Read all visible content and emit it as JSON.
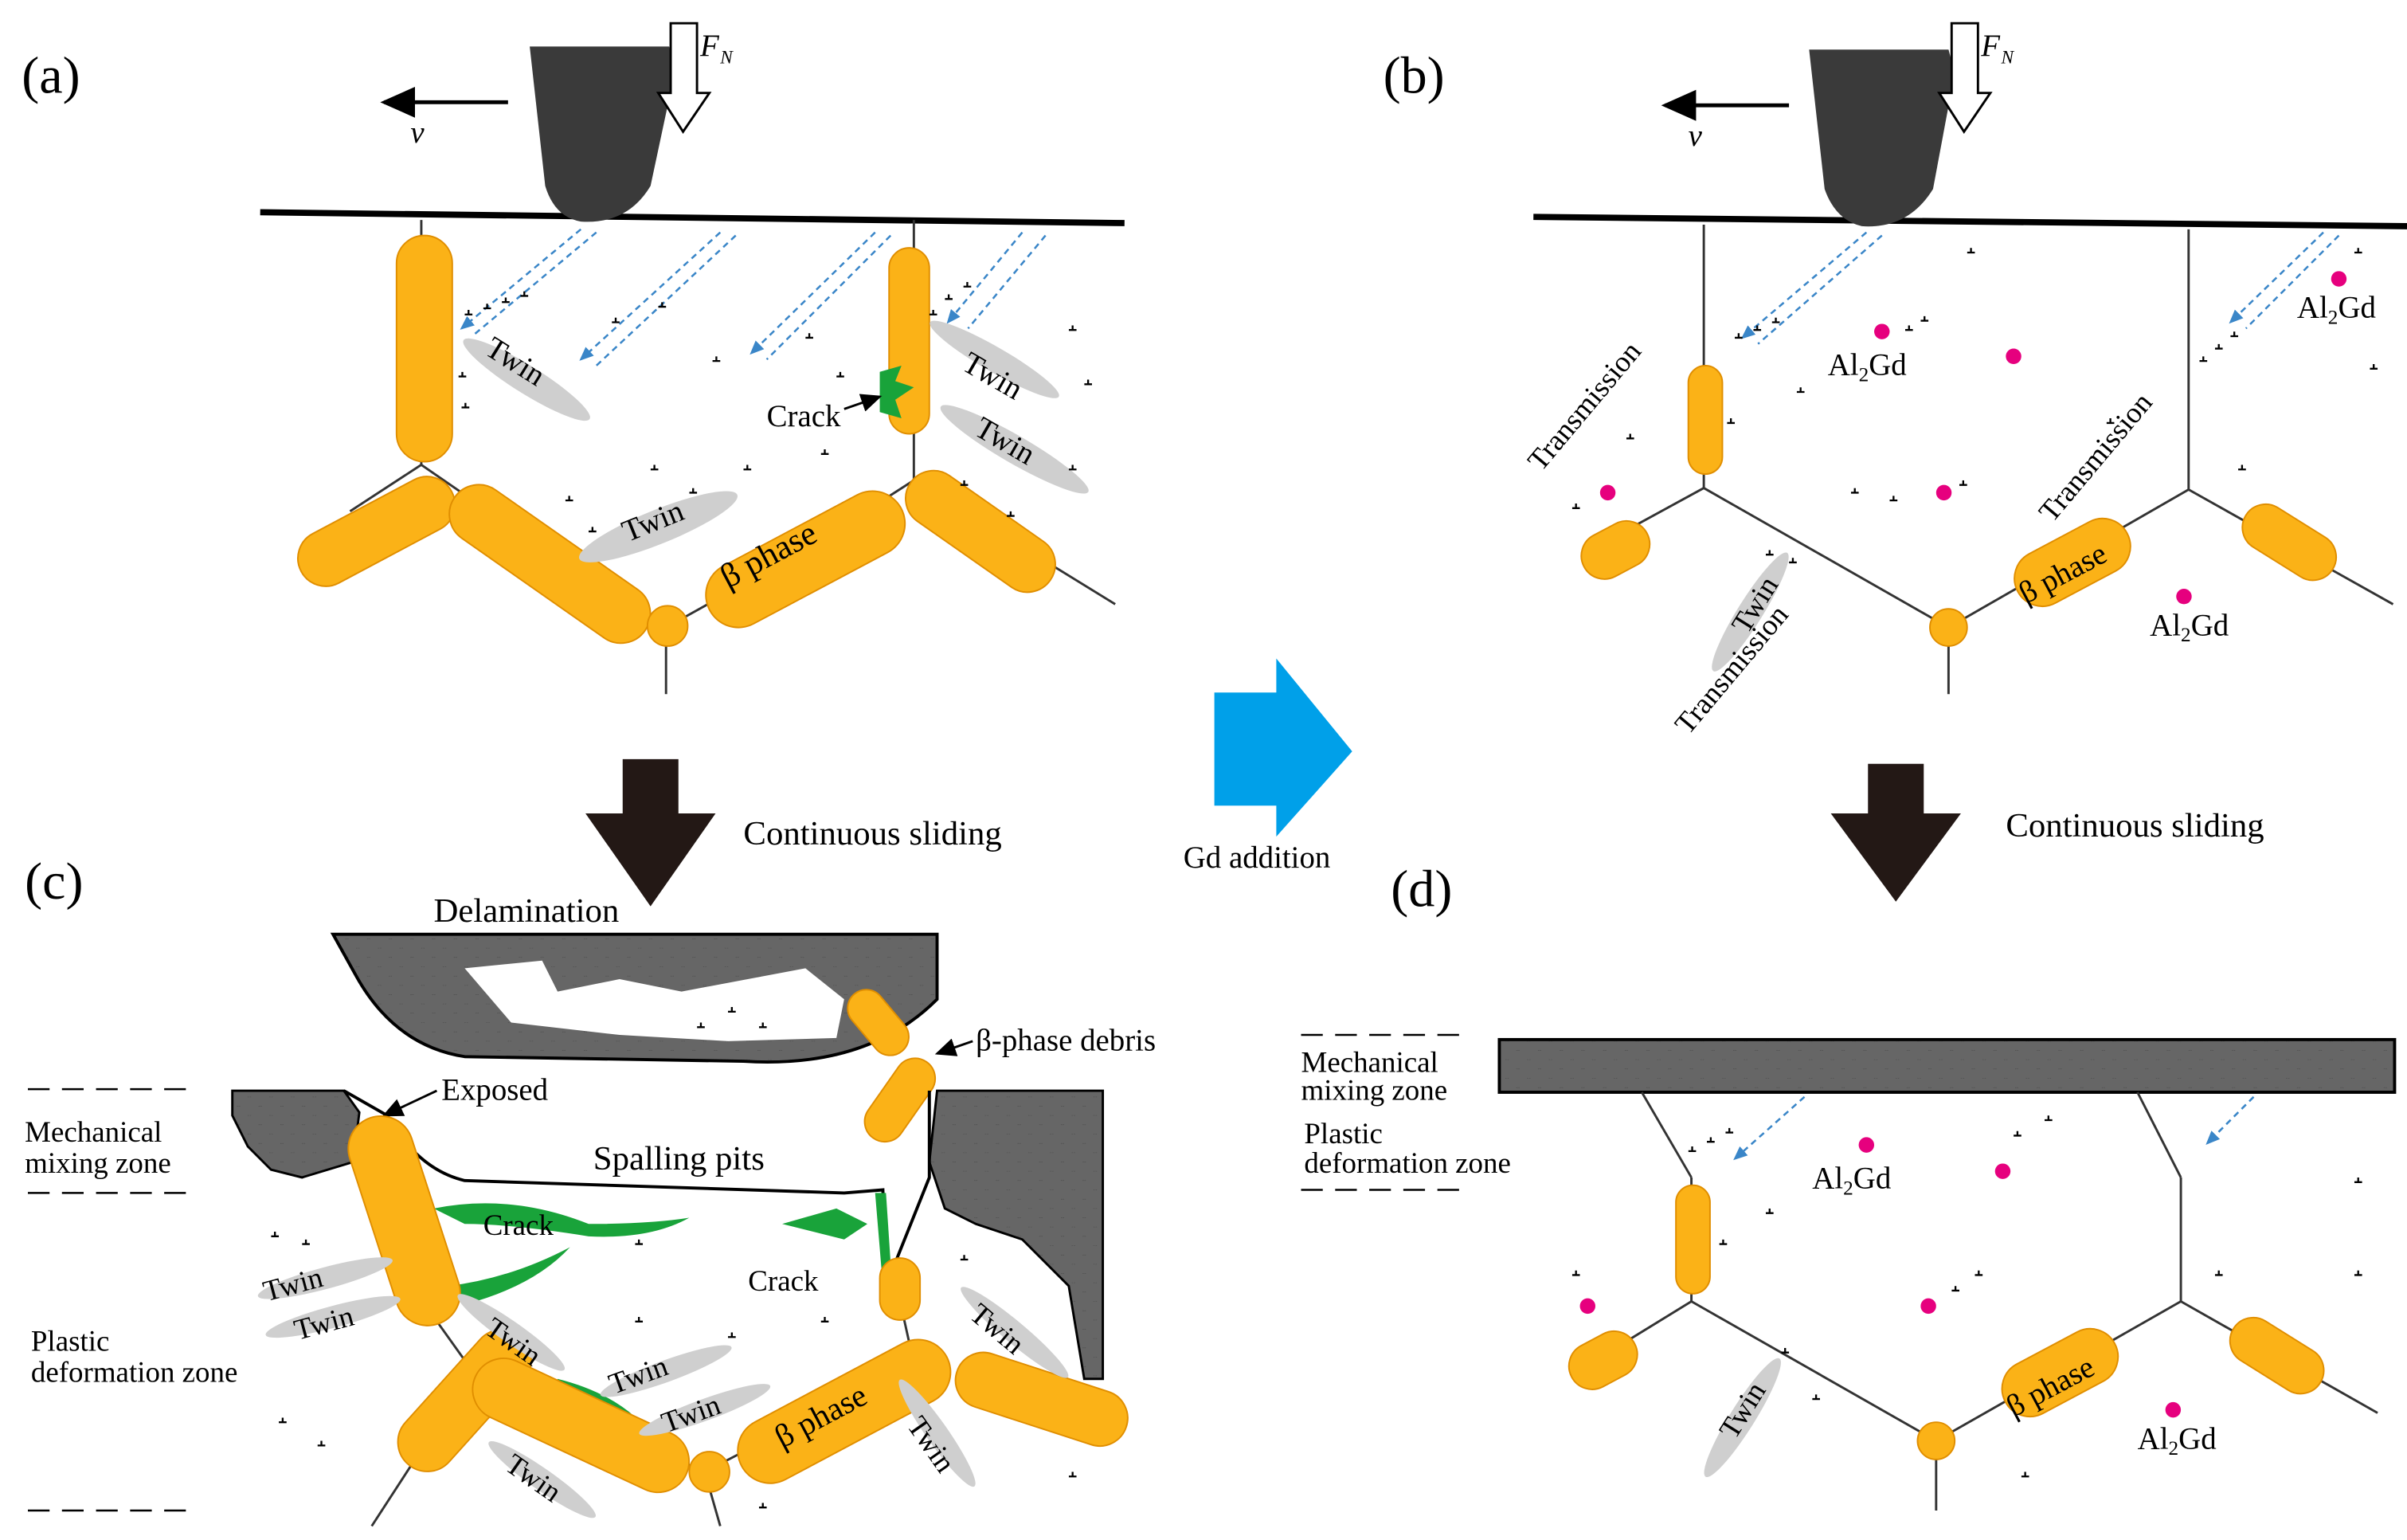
{
  "panels": {
    "a": {
      "label": "(a)",
      "force": "F",
      "force_sub": "N",
      "velocity": "v",
      "twin_labels": [
        "Twin",
        "Twin",
        "Twin",
        "Twin"
      ],
      "crack": "Crack",
      "phase": "β phase"
    },
    "b": {
      "label": "(b)",
      "force": "F",
      "force_sub": "N",
      "velocity": "v",
      "transmission_labels": [
        "Transmission",
        "Transmission",
        "Transmission"
      ],
      "al2gd_main": "Al",
      "al2gd_sub": "2",
      "al2gd_tail": "Gd",
      "twin": "Twin",
      "phase": "β phase"
    },
    "c": {
      "label": "(c)",
      "delamination": "Delamination",
      "debris": "β-phase debris",
      "exposed": "Exposed",
      "spalling": "Spalling pits",
      "mmz_line1": "Mechanical",
      "mmz_line2": "mixing zone",
      "pdz_line1": "Plastic",
      "pdz_line2": "deformation zone",
      "crack_labels": [
        "Crack",
        "Crack"
      ],
      "twin_labels": [
        "Twin",
        "Twin",
        "Twin",
        "Twin",
        "Twin",
        "Twin",
        "Twin",
        "Twin"
      ],
      "phase": "β phase"
    },
    "d": {
      "label": "(d)",
      "mmz_line1": "Mechanical",
      "mmz_line2": "mixing zone",
      "pdz_line1": "Plastic",
      "pdz_line2": "deformation zone",
      "twin": "Twin",
      "phase": "β phase"
    }
  },
  "arrows": {
    "continuous_sliding_left": "Continuous sliding",
    "continuous_sliding_right": "Continuous sliding",
    "gd_addition": "Gd addition"
  },
  "colors": {
    "beta_phase": "#FBB217",
    "crack": "#19A33A",
    "al2gd": "#E6007E",
    "gd_arrow": "#00A0E9",
    "tool": "#3A3A3A",
    "slip": "#3A86C8"
  }
}
